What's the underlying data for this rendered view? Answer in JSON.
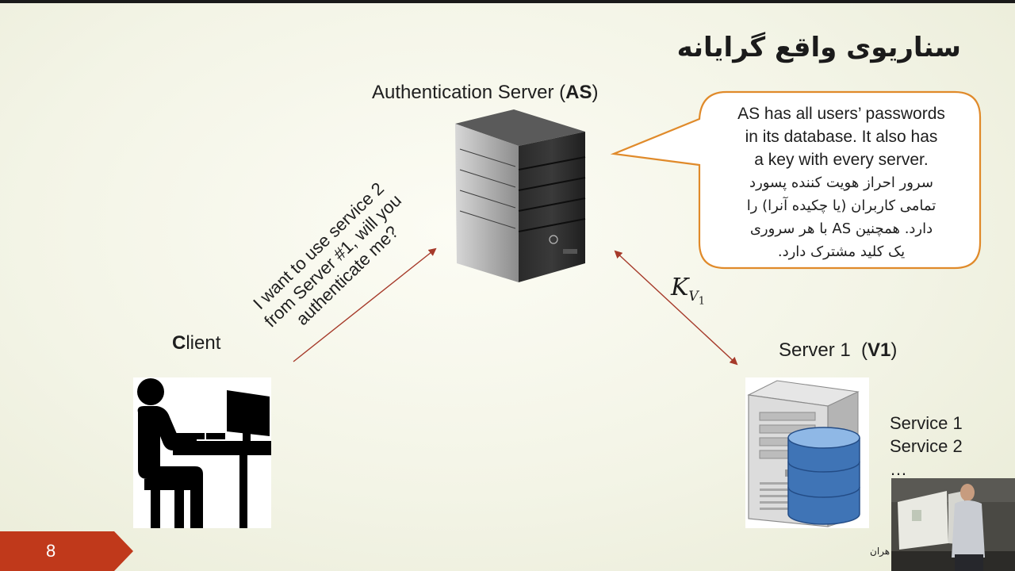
{
  "slide": {
    "title": "سناریوی واقع گرایانه",
    "as_label_prefix": "Authentication Server (",
    "as_label_bold": "AS",
    "as_label_suffix": ")",
    "client_label_bold": "C",
    "client_label_rest": "lient",
    "server1_label_prefix": "Server 1  (",
    "server1_label_bold": "V1",
    "server1_label_suffix": ")",
    "services": [
      "Service 1",
      "Service 2",
      "…"
    ],
    "callout_en": [
      "AS has all users’ passwords",
      "in its database. It also has",
      "a key with every server."
    ],
    "callout_fa": [
      "سرور احراز هویت کننده پسورد",
      "تمامی کاربران (یا چکیده آنرا) را",
      "دارد. همچنین AS با هر سروری",
      "یک کلید مشترک دارد."
    ],
    "request_lines": [
      "I want to use service 2",
      "from Server #1, will you",
      "authenticate me?"
    ],
    "key_symbol": "K",
    "key_sub": "V",
    "key_subsub": "1",
    "page_number": "8",
    "footer_fa": "هران"
  },
  "colors": {
    "accent": "#c0391b",
    "callout_border": "#e08a2a",
    "arrow": "#a63a2a"
  }
}
